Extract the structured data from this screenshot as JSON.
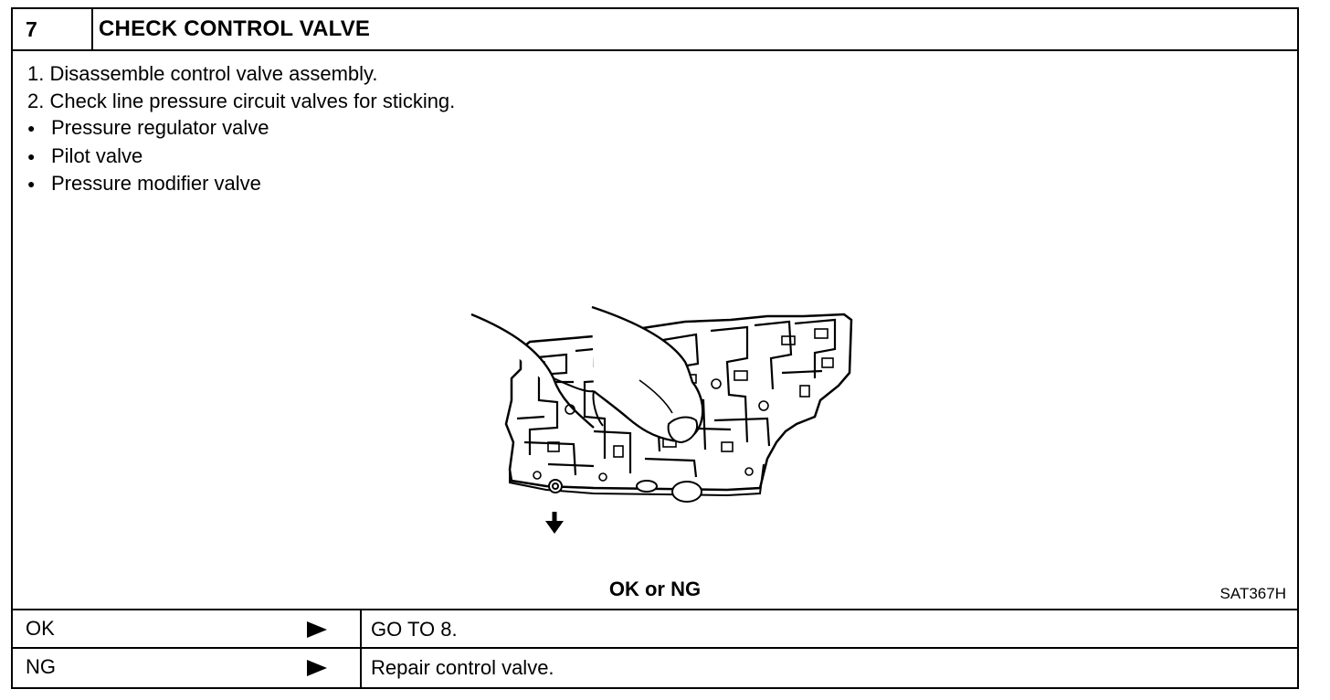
{
  "header": {
    "step_number": "7",
    "title": "CHECK CONTROL VALVE"
  },
  "steps": [
    "1.  Disassemble control valve assembly.",
    "2.  Check line pressure circuit valves for sticking."
  ],
  "bullets": [
    "Pressure regulator valve",
    "Pilot valve",
    "Pressure modifier valve"
  ],
  "figure": {
    "code": "SAT367H",
    "description_icon": "control-valve-illustration"
  },
  "question": "OK or NG",
  "results": [
    {
      "key": "OK",
      "action": "GO TO 8."
    },
    {
      "key": "NG",
      "action": "Repair control valve."
    }
  ]
}
